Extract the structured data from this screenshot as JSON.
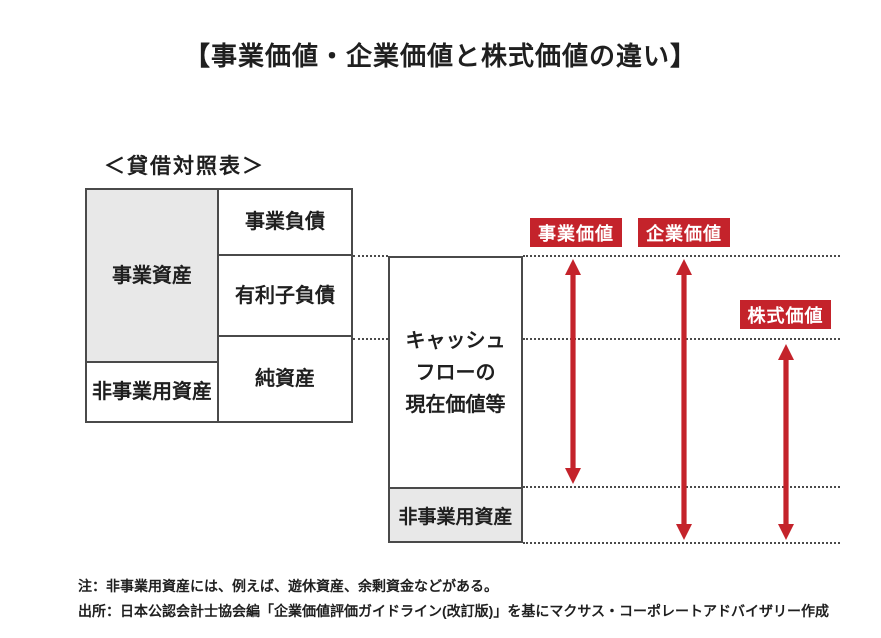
{
  "title": "【事業価値・企業価値と株式価値の違い】",
  "balance_sheet": {
    "label": "＜貸借対照表＞",
    "cells": {
      "business_assets": "事業資産",
      "non_business_assets": "非事業用資産",
      "business_liabilities": "事業負債",
      "interest_bearing_debt": "有利子負債",
      "net_assets": "純資産"
    }
  },
  "valuation_box": {
    "cash_flow_lines": [
      "キャッシュ",
      "フローの",
      "現在価値等"
    ],
    "non_business_assets": "非事業用資産"
  },
  "value_labels": {
    "business_value": "事業価値",
    "enterprise_value": "企業価値",
    "equity_value": "株式価値"
  },
  "notes": {
    "note": "注：非事業用資産には、例えば、遊休資産、余剰資金などがある。",
    "source": "出所：日本公認会計士協会編「企業価値評価ガイドライン(改訂版)」を基にマクサス・コーポレートアドバイザリー作成"
  },
  "colors": {
    "accent_red": "#C4232B",
    "cell_gray": "#E8E8E8",
    "line": "#4A4A4A",
    "text": "#1F1F1F"
  }
}
